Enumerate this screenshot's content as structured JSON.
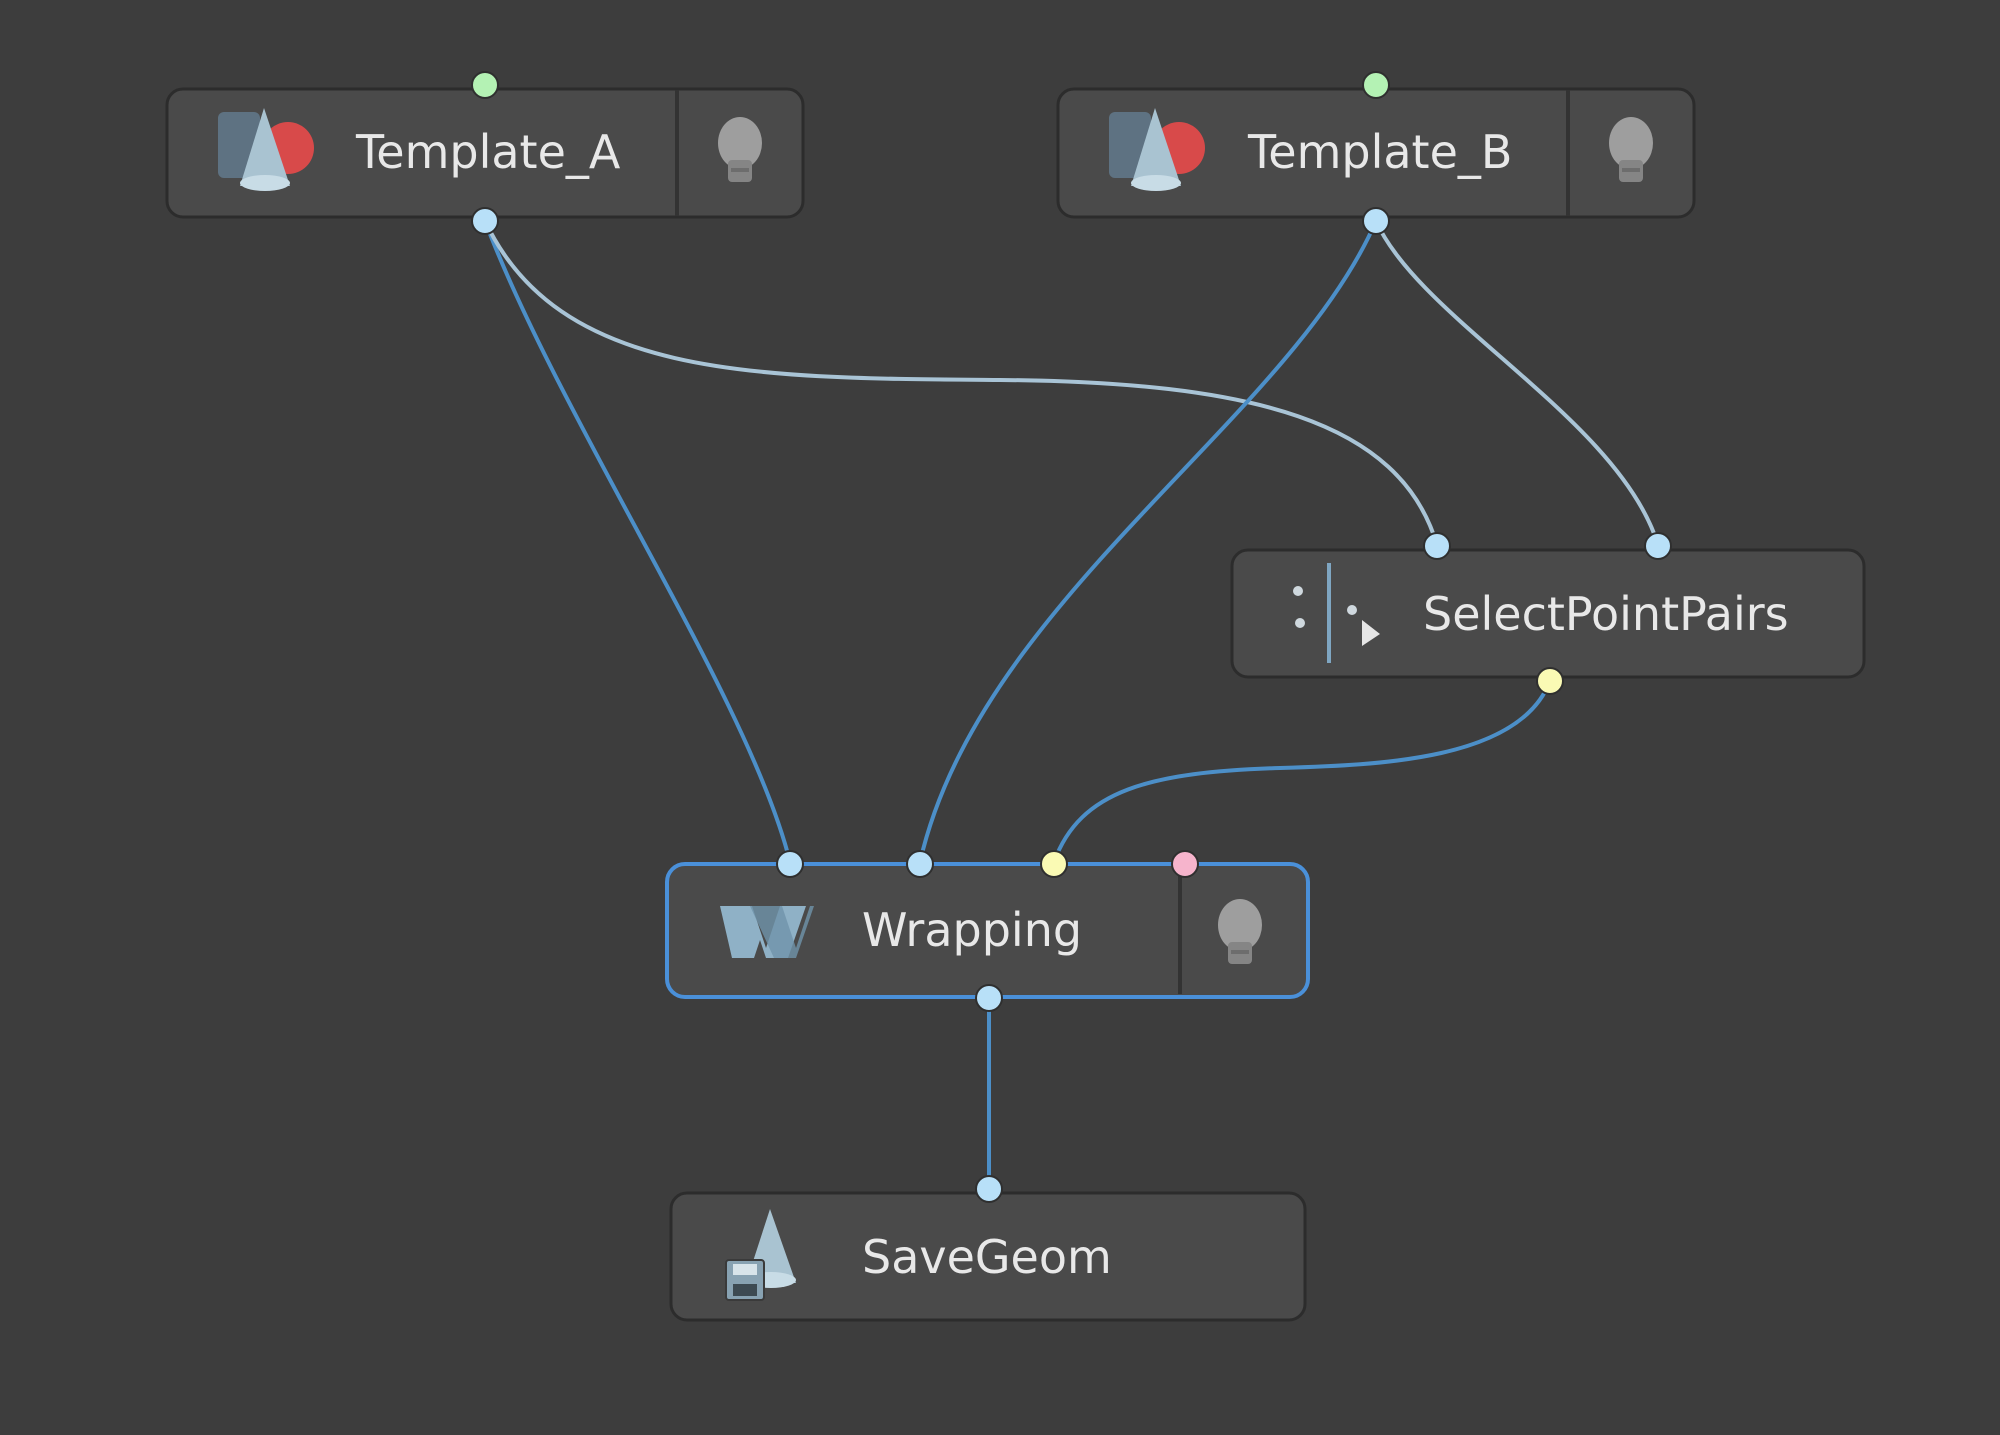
{
  "nodes": {
    "template_a": {
      "label": "Template_A",
      "icon": "shapes-icon",
      "has_display_toggle": true
    },
    "template_b": {
      "label": "Template_B",
      "icon": "shapes-icon",
      "has_display_toggle": true
    },
    "select_point_pairs": {
      "label": "SelectPointPairs",
      "icon": "select-points-icon",
      "has_display_toggle": false
    },
    "wrapping": {
      "label": "Wrapping",
      "icon": "wrapping-w-icon",
      "has_display_toggle": true,
      "selected": true
    },
    "save_geom": {
      "label": "SaveGeom",
      "icon": "save-geometry-icon",
      "has_display_toggle": false
    }
  },
  "connections": [
    {
      "from": "template_a",
      "to": "wrapping",
      "to_port": 1
    },
    {
      "from": "template_a",
      "to": "select_point_pairs",
      "to_port": 1
    },
    {
      "from": "template_b",
      "to": "wrapping",
      "to_port": 2
    },
    {
      "from": "template_b",
      "to": "select_point_pairs",
      "to_port": 2
    },
    {
      "from": "select_point_pairs",
      "to": "wrapping",
      "to_port": 3
    },
    {
      "from": "wrapping",
      "to": "save_geom",
      "to_port": 1
    }
  ],
  "colors": {
    "background": "#3d3d3d",
    "node_fill": "#4a4a4a",
    "selection": "#4a90d9",
    "wire": "#4c8fc8",
    "wire_light": "#a9c4d6",
    "port_geometry": "#b8e0f8",
    "port_ready": "#b4f2b4",
    "port_pairs": "#fafab4",
    "port_mask": "#f6b4cc"
  }
}
